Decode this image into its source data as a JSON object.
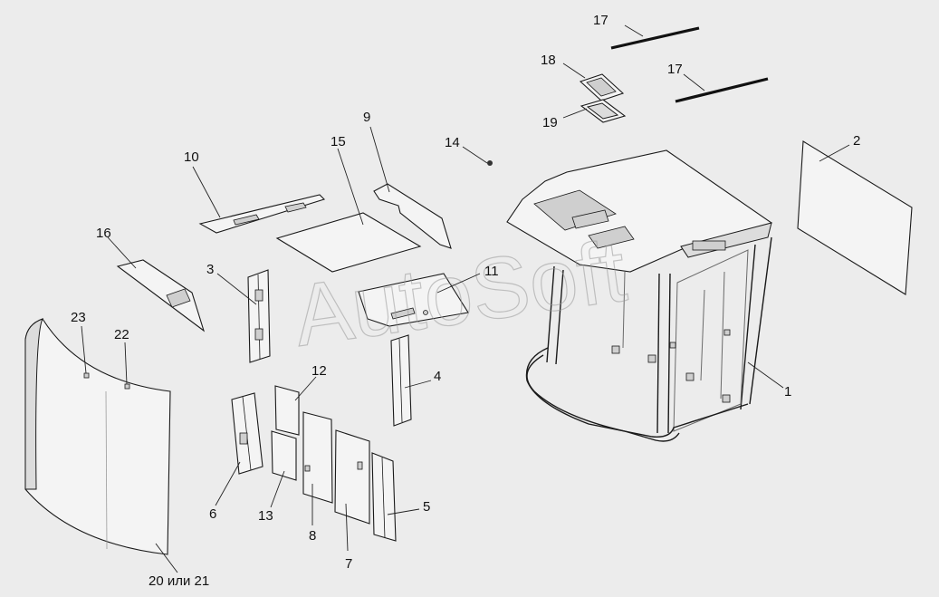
{
  "diagram": {
    "watermark": "AutoSoft",
    "callouts": [
      {
        "id": "c1",
        "label": "1"
      },
      {
        "id": "c2",
        "label": "2"
      },
      {
        "id": "c3",
        "label": "3"
      },
      {
        "id": "c4",
        "label": "4"
      },
      {
        "id": "c5",
        "label": "5"
      },
      {
        "id": "c6",
        "label": "6"
      },
      {
        "id": "c7",
        "label": "7"
      },
      {
        "id": "c8",
        "label": "8"
      },
      {
        "id": "c9",
        "label": "9"
      },
      {
        "id": "c10",
        "label": "10"
      },
      {
        "id": "c11",
        "label": "11"
      },
      {
        "id": "c12",
        "label": "12"
      },
      {
        "id": "c13",
        "label": "13"
      },
      {
        "id": "c14",
        "label": "14"
      },
      {
        "id": "c15",
        "label": "15"
      },
      {
        "id": "c16",
        "label": "16"
      },
      {
        "id": "c17a",
        "label": "17"
      },
      {
        "id": "c17b",
        "label": "17"
      },
      {
        "id": "c18",
        "label": "18"
      },
      {
        "id": "c19",
        "label": "19"
      },
      {
        "id": "c20",
        "label": "20 или 21"
      },
      {
        "id": "c22",
        "label": "22"
      },
      {
        "id": "c23",
        "label": "23"
      }
    ]
  }
}
